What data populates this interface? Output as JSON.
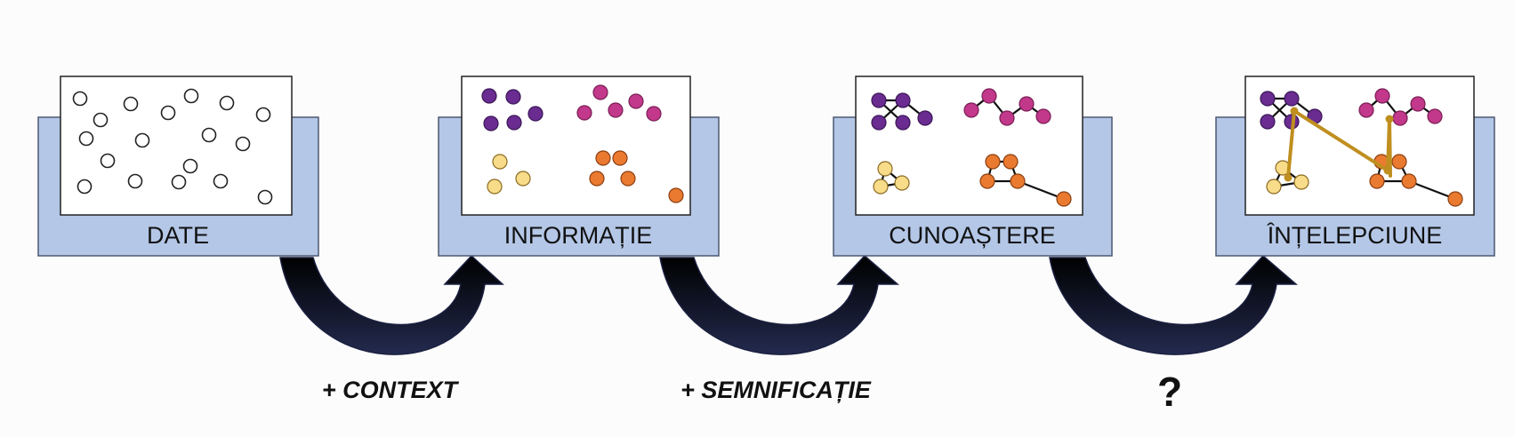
{
  "stages": [
    {
      "label": "DATE"
    },
    {
      "label": "INFORMAȚIE"
    },
    {
      "label": "CUNOAȘTERE"
    },
    {
      "label": "ÎNȚELEPCIUNE"
    }
  ],
  "transitions": [
    {
      "label": "+ CONTEXT"
    },
    {
      "label": "+ SEMNIFICAȚIE"
    },
    {
      "label": "?"
    }
  ],
  "colors": {
    "tray": "#b4c7e7",
    "purple": "#6a2c91",
    "magenta": "#c2388a",
    "yellow": "#f8dc8a",
    "orange": "#ea7a30",
    "gold": "#bf8f1f",
    "arrow": "#0d0f24"
  }
}
